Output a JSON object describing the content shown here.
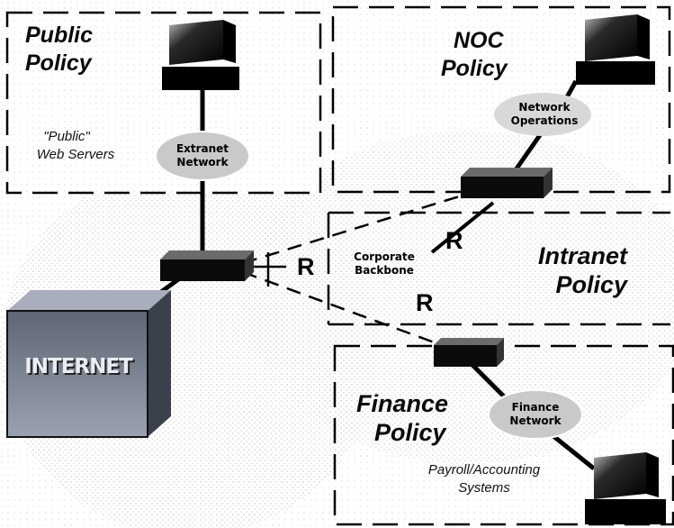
{
  "zones": {
    "public": {
      "title_line1": "Public",
      "title_line2": "Policy"
    },
    "noc": {
      "title_line1": "NOC",
      "title_line2": "Policy"
    },
    "intranet": {
      "title_line1": "Intranet",
      "title_line2": "Policy"
    },
    "finance": {
      "title_line1": "Finance",
      "title_line2": "Policy"
    }
  },
  "text": {
    "public_servers_line1": "\"Public\"",
    "public_servers_line2": "Web Servers",
    "payroll_line1": "Payroll/Accounting",
    "payroll_line2": "Systems"
  },
  "networks": {
    "extranet": {
      "line1": "Extranet",
      "line2": "Network"
    },
    "netops": {
      "line1": "Network",
      "line2": "Operations"
    },
    "backbone": {
      "line1": "Corporate",
      "line2": "Backbone"
    },
    "finance": {
      "line1": "Finance",
      "line2": "Network"
    }
  },
  "routers": {
    "r1": "R",
    "r2": "R",
    "r3": "R"
  },
  "internet": {
    "label": "INTERNET"
  },
  "colors": {
    "ink": "#000000",
    "device": "#0b0b0b",
    "cloud_fill": "#cdd2dc",
    "background_texture": "#e8e8e8"
  }
}
